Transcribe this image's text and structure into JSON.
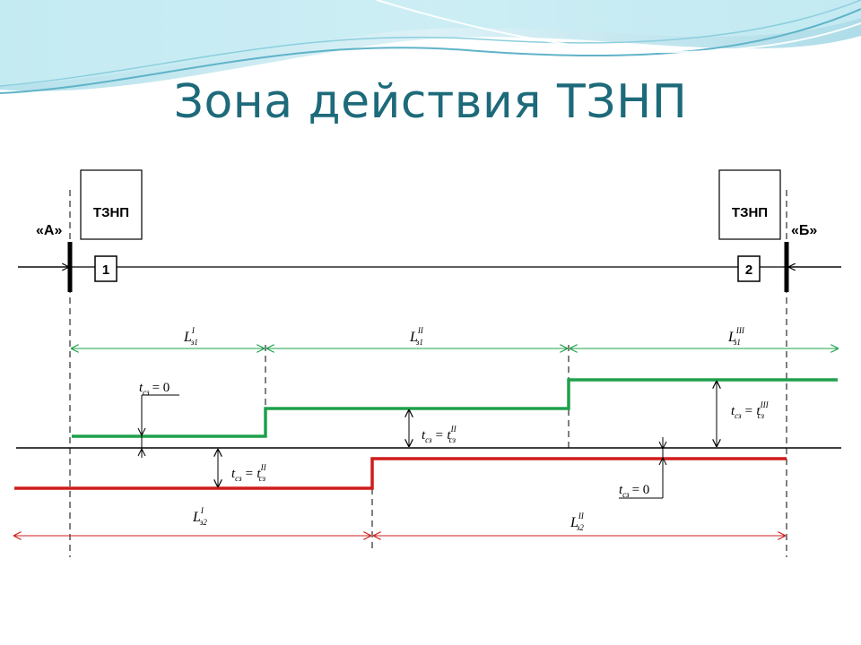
{
  "slide": {
    "title": "Зона действия ТЗНП"
  },
  "diagram": {
    "substation_a": "«А»",
    "substation_b": "«Б»",
    "relay_left": "ТЗНП",
    "relay_right": "ТЗНП",
    "breaker_left": "1",
    "breaker_right": "2",
    "zones1": {
      "z1": {
        "base": "L",
        "sup": "I",
        "sub": "з1"
      },
      "z2": {
        "base": "L",
        "sup": "II",
        "sub": "з1"
      },
      "z3": {
        "base": "L",
        "sup": "III",
        "sub": "з1"
      }
    },
    "zones2": {
      "z1": {
        "base": "L",
        "sup": "I",
        "sub": "з2"
      },
      "z2": {
        "base": "L",
        "sup": "II",
        "sub": "з2"
      }
    },
    "time_labels": {
      "t1_zero": {
        "t": "t",
        "sub": "сз",
        "rhs": "= 0"
      },
      "t1_II": {
        "t": "t",
        "sub": "сз",
        "eq": "= t",
        "sup": "II",
        "sub2": "сз"
      },
      "t1_III": {
        "t": "t",
        "sub": "сз",
        "eq": "= t",
        "sup": "III",
        "sub2": "сз"
      },
      "t2_II": {
        "t": "t",
        "sub": "сз",
        "eq": "= t",
        "sup": "II",
        "sub2": "сз"
      },
      "t2_zero": {
        "t": "t",
        "sub": "сз",
        "rhs": "= 0"
      }
    },
    "colors": {
      "green": "#1ea04a",
      "red": "#d01c1c",
      "line": "#000000",
      "title": "#1d6a7a",
      "wave": "#7fc8d8"
    }
  }
}
